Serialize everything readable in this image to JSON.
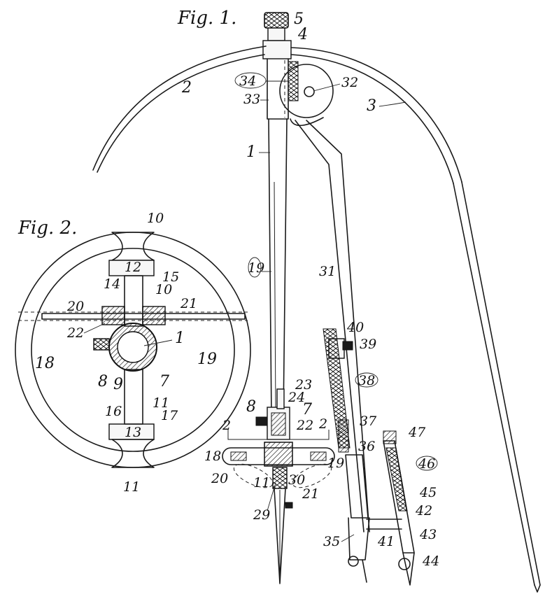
{
  "figures": {
    "fig1_title": "Fig. 1.",
    "fig2_title": "Fig. 2."
  },
  "fig1_labels": {
    "l5": "5",
    "l4": "4",
    "l2": "2",
    "l3": "3",
    "l34": "34",
    "l32": "32",
    "l33": "33",
    "l1": "1",
    "l19": "19",
    "l31": "31",
    "l40": "40",
    "l39": "39",
    "l38": "38",
    "l23": "23",
    "l24": "24",
    "l8": "8",
    "l7": "7",
    "l2a": "2",
    "l22": "22",
    "l2b": "2",
    "l37": "37",
    "l36": "36",
    "l18": "18",
    "l19b": "19",
    "l20": "20",
    "l11": "11",
    "l30": "30",
    "l21": "21",
    "l29": "29",
    "l35": "35",
    "l41": "41",
    "l47": "47",
    "l46": "46",
    "l45": "45",
    "l42": "42",
    "l43": "43",
    "l44": "44"
  },
  "fig2_labels": {
    "l10": "10",
    "l12": "12",
    "l14": "14",
    "l15": "15",
    "l10b": "10",
    "l20": "20",
    "l21": "21",
    "l22": "22",
    "l1": "1",
    "l18": "18",
    "l19": "19",
    "l8": "8",
    "l9": "9",
    "l7": "7",
    "l11": "11",
    "l16": "16",
    "l17": "17",
    "l13": "13",
    "l11b": "11"
  },
  "colors": {
    "ink": "#1a1a1a",
    "paper": "#ffffff"
  }
}
